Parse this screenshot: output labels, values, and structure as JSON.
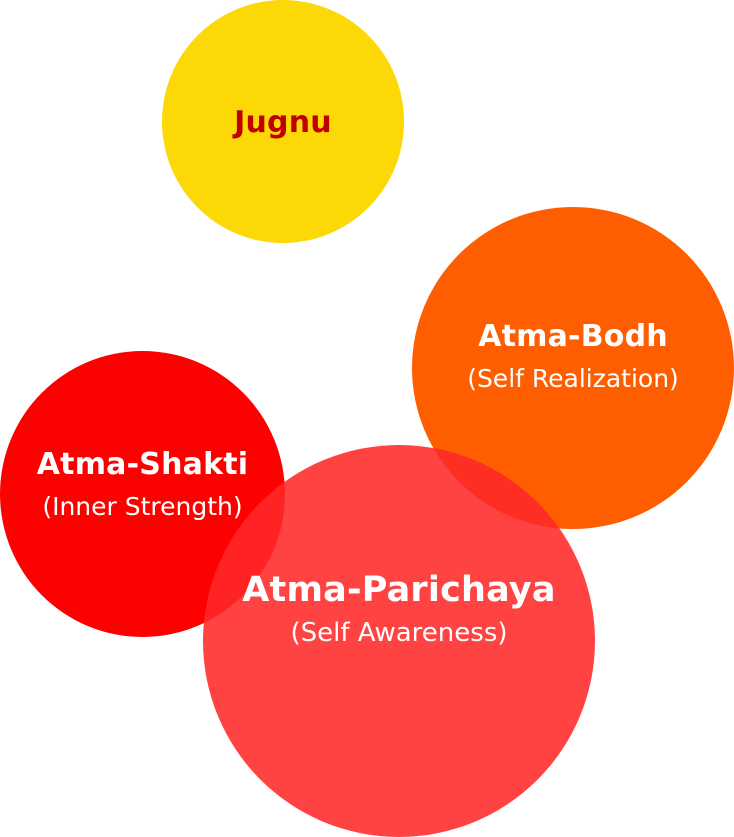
{
  "diagram": {
    "circles": [
      {
        "id": "jugnu",
        "title": "Jugnu",
        "subtitle": "",
        "color": "#fcd807",
        "text_color": "#c00000"
      },
      {
        "id": "atma-bodh",
        "title": "Atma-Bodh",
        "subtitle": "(Self Realization)",
        "color": "#ff5e00",
        "text_color": "#ffffff"
      },
      {
        "id": "atma-shakti",
        "title": "Atma-Shakti",
        "subtitle": "(Inner Strength)",
        "color": "#fd0000",
        "text_color": "#ffffff"
      },
      {
        "id": "atma-parichaya",
        "title": "Atma-Parichaya",
        "subtitle": "(Self Awareness)",
        "color": "#ff3f3f",
        "text_color": "#ffffff"
      }
    ]
  }
}
